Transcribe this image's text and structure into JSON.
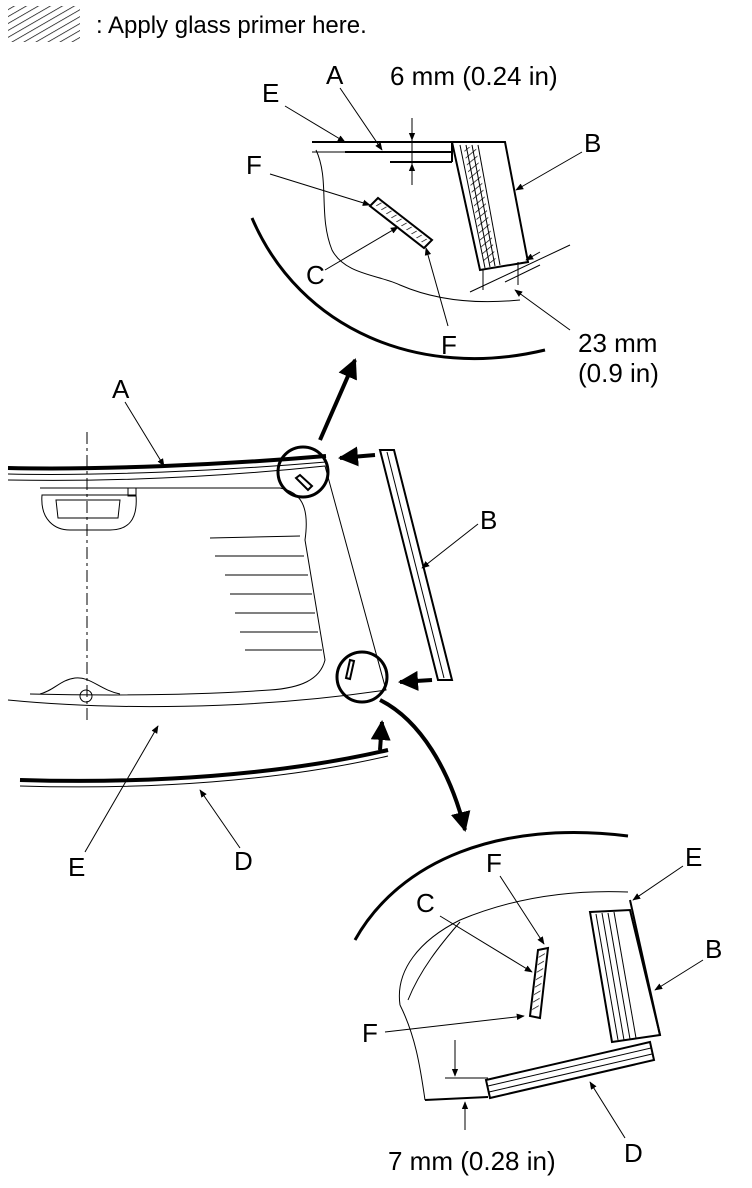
{
  "legend": {
    "text": ": Apply glass primer here.",
    "swatch_icon": "hatch-swatch"
  },
  "labels": {
    "A": "A",
    "B": "B",
    "C": "C",
    "D": "D",
    "E": "E",
    "F": "F"
  },
  "dimensions": {
    "top_gap": "6 mm (0.24 in)",
    "top_overlap_line1": "23 mm",
    "top_overlap_line2": "(0.9 in)",
    "bottom_gap": "7 mm (0.28 in)"
  },
  "colors": {
    "ink": "#000000",
    "background": "#ffffff"
  }
}
